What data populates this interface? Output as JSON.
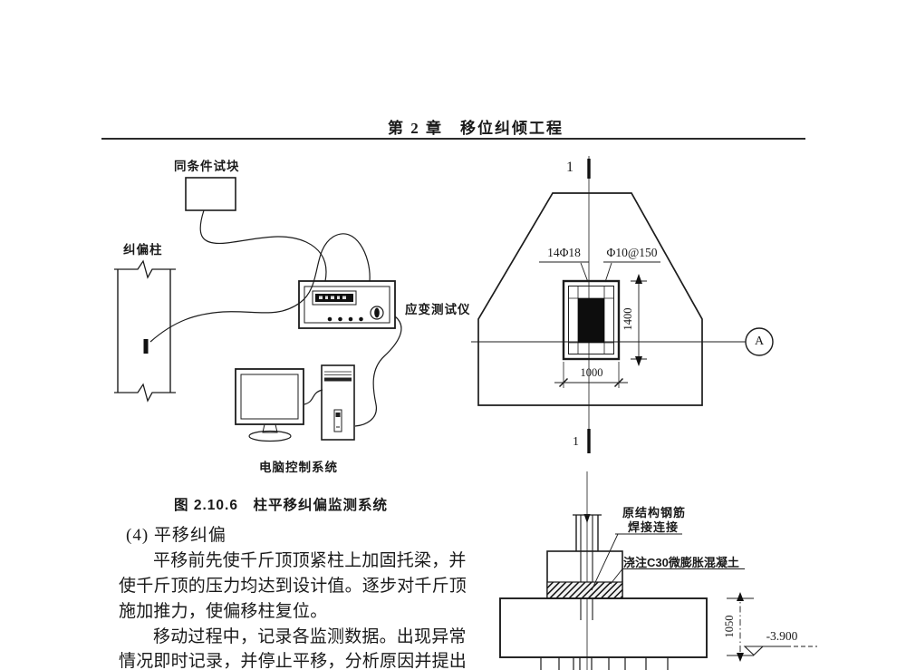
{
  "header": {
    "chapter_title": "第 2 章　移位纠倾工程"
  },
  "monitoring_diagram": {
    "test_block_label": "同条件试块",
    "column_label": "纠偏柱",
    "strain_meter_label": "应变测试仪",
    "computer_label": "电脑控制系统",
    "caption": "图 2.10.6　柱平移纠偏监测系统"
  },
  "body": {
    "section_heading": "(4) 平移纠偏",
    "lines": [
      "平移前先使千斤顶顶紧柱上加固托梁，并",
      "使千斤顶的压力均达到设计值。逐步对千斤顶",
      "施加推力，使偏移柱复位。",
      "移动过程中，记录各监测数据。出现异常",
      "情况即时记录，并停止平移，分析原因并提出"
    ]
  },
  "pier_plan": {
    "section_mark_top": "1",
    "section_mark_bottom": "1",
    "rebar_main": "14Φ18",
    "rebar_stirrup": "Φ10@150",
    "dim_height": "1400",
    "dim_width": "1000",
    "axis_bubble": "A"
  },
  "foundation_section": {
    "weld_label_line1": "原结构钢筋",
    "weld_label_line2": "焊接连接",
    "concrete_label": "浇注C30微膨胀混凝土",
    "dim_height": "1050",
    "elevation": "-3.900"
  }
}
